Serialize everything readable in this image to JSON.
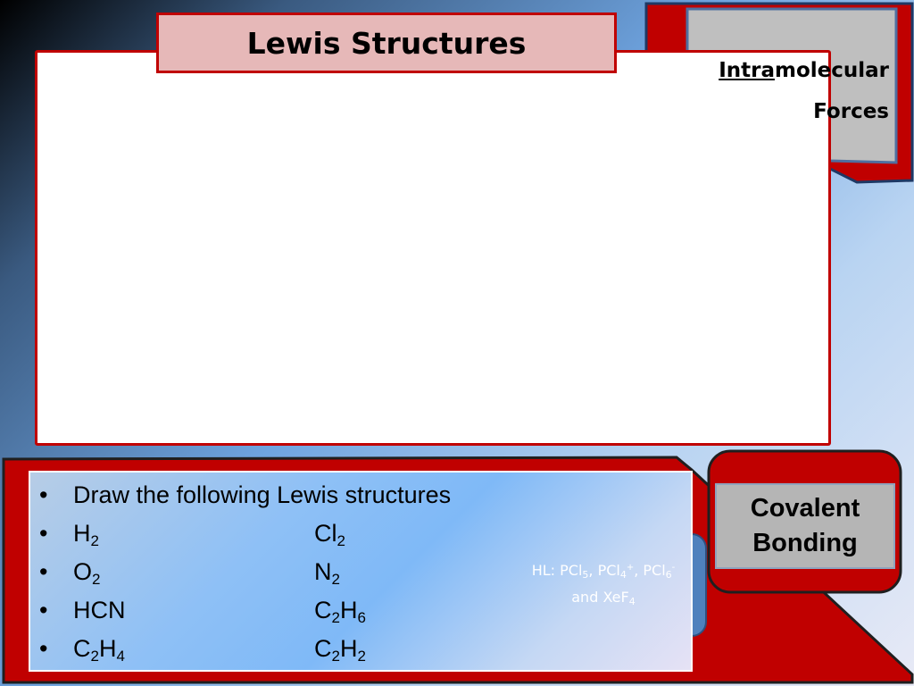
{
  "slide": {
    "title": "Lewis Structures",
    "corner_nav": {
      "underlined": "Intra",
      "rest_line1": "molecular",
      "line2": "Forces"
    },
    "bullets": [
      {
        "col1": "Draw the following Lewis structures",
        "col2": ""
      },
      {
        "col1": {
          "main": "H",
          "sub": "2"
        },
        "col2": {
          "main": "Cl",
          "sub": "2"
        }
      },
      {
        "col1": {
          "main": "O",
          "sub": "2"
        },
        "col2": {
          "main": "N",
          "sub": "2"
        }
      },
      {
        "col1": "HCN",
        "col2": {
          "a": "C",
          "a_sub": "2",
          "b": "H",
          "b_sub": "6"
        }
      },
      {
        "col1": {
          "a": "C",
          "a_sub": "2",
          "b": "H",
          "b_sub": "4"
        },
        "col2": {
          "a": "C",
          "a_sub": "2",
          "b": "H",
          "b_sub": "2"
        }
      }
    ],
    "bullet_char": "•",
    "covalent_button": {
      "line1": "Covalent",
      "line2": "Bonding"
    },
    "callout": {
      "prefix": "HL: ",
      "pcl5": {
        "main": "PCl",
        "sub": "5"
      },
      "sep1": ", ",
      "pcl4": {
        "main": "PCl",
        "sub": "4",
        "sup": "+"
      },
      "sep2": ", ",
      "pcl6": {
        "main": "PCl",
        "sub": "6",
        "sup": "-"
      },
      "and": "and XeF",
      "xef_sub": "4"
    },
    "colors": {
      "accent_red": "#c00000",
      "callout_blue": "#4f81bd",
      "title_fill": "#e6b8b8",
      "gray_box": "#b5b5b5"
    }
  }
}
